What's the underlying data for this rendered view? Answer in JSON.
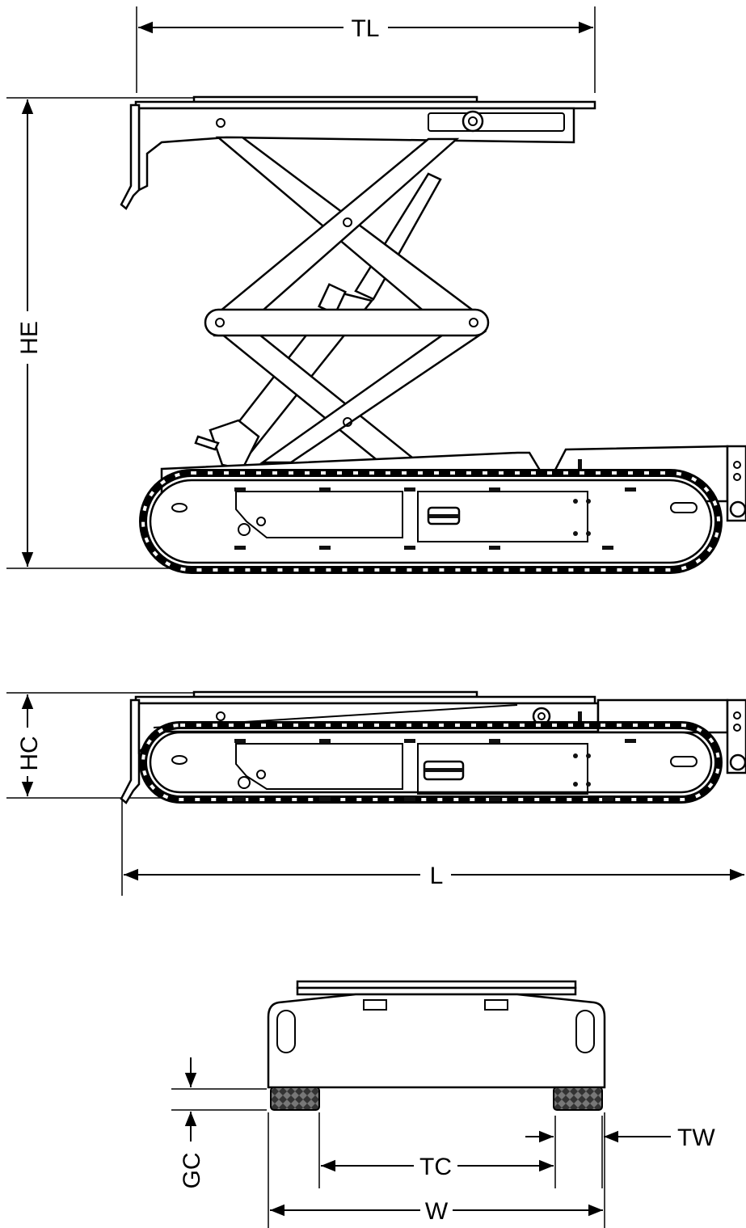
{
  "dimensions": {
    "tl": "TL",
    "he": "HE",
    "hc": "HC",
    "l": "L",
    "tw": "TW",
    "tc": "TC",
    "w": "W",
    "gc": "GC"
  },
  "colors": {
    "line": "#000000",
    "background": "#ffffff"
  }
}
